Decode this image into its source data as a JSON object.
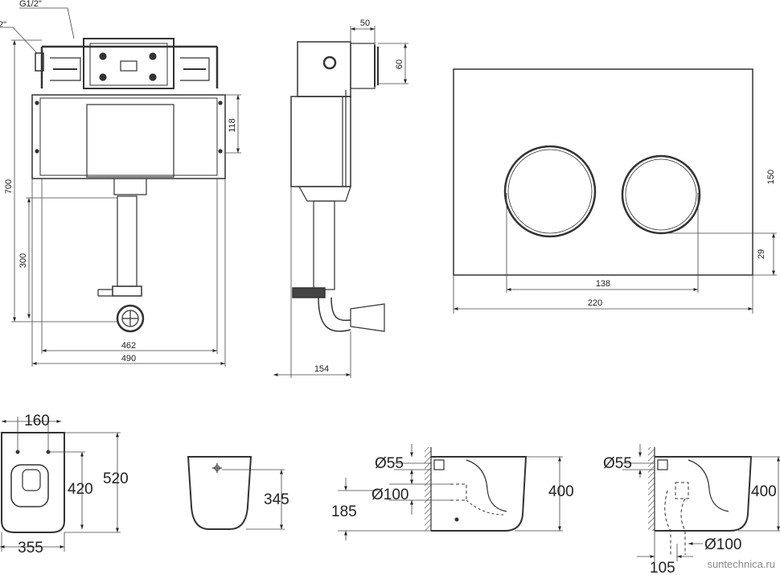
{
  "frame_front": {
    "labels": {
      "thread": "G1/2\"",
      "thread_cut": "2\"",
      "height_700": "700",
      "height_300": "300",
      "height_118": "118",
      "width_462": "462",
      "width_490": "490"
    }
  },
  "frame_side": {
    "labels": {
      "top_50": "50",
      "side_60": "60",
      "depth_154": "154"
    }
  },
  "flush_plate": {
    "labels": {
      "height_150": "150",
      "offset_29": "29",
      "width_138": "138",
      "width_220": "220"
    }
  },
  "wall_toilet": {
    "labels": {
      "width_160": "160",
      "length_520": "520",
      "length_420": "420",
      "width_355": "355"
    }
  },
  "toilet_front": {
    "labels": {
      "height_345": "345"
    }
  },
  "toilet_side_1": {
    "labels": {
      "pipe_55": "Ø55",
      "pipe_100": "Ø100",
      "height_185": "185",
      "height_400": "400"
    }
  },
  "toilet_side_2": {
    "labels": {
      "pipe_55": "Ø55",
      "height_400": "400",
      "pipe_100": "Ø100",
      "offset_105": "105"
    }
  },
  "watermark": "suntechnica.ru"
}
